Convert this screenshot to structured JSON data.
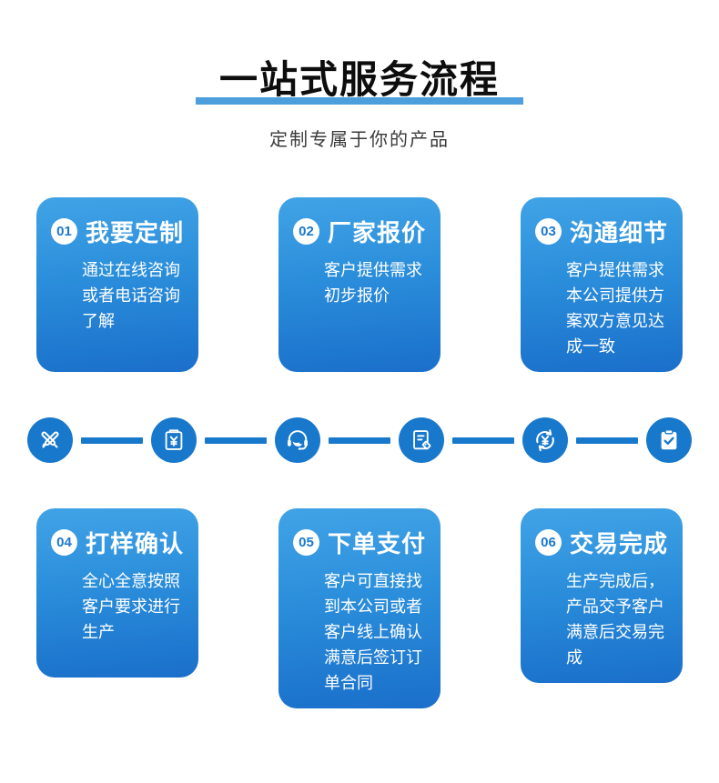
{
  "header": {
    "title": "一站式服务流程",
    "subtitle": "定制专属于你的产品"
  },
  "colors": {
    "title_underline": "#4c9edc",
    "card_gradient_top": "#41a3e6",
    "card_gradient_bottom": "#1a6fca",
    "icon_circle_blue": "#1878cc",
    "connector_blue": "#1878cc",
    "badge_number_blue": "#1a78d0",
    "card_text": "#ffffff"
  },
  "steps": [
    {
      "num": "01",
      "title": "我要定制",
      "desc": "通过在线咨询或者电话咨询了解"
    },
    {
      "num": "02",
      "title": "厂家报价",
      "desc": "客户提供需求初步报价"
    },
    {
      "num": "03",
      "title": "沟通细节",
      "desc": "客户提供需求本公司提供方案双方意见达成一致"
    },
    {
      "num": "04",
      "title": "打样确认",
      "desc": "全心全意按照客户要求进行生产"
    },
    {
      "num": "05",
      "title": "下单支付",
      "desc": "客户可直接找到本公司或者客户线上确认满意后签订订单合同"
    },
    {
      "num": "06",
      "title": "交易完成",
      "desc": "生产完成后，产品交予客户满意后交易完成"
    }
  ],
  "flow_icons": [
    {
      "name": "design-pens-icon",
      "meaning": "定制设计"
    },
    {
      "name": "invoice-yen-icon",
      "meaning": "报价单"
    },
    {
      "name": "customer-service-headset-icon",
      "meaning": "沟通客服"
    },
    {
      "name": "document-tag-icon",
      "meaning": "打样单据"
    },
    {
      "name": "payment-cycle-yen-icon",
      "meaning": "支付"
    },
    {
      "name": "clipboard-check-icon",
      "meaning": "交易完成"
    }
  ]
}
